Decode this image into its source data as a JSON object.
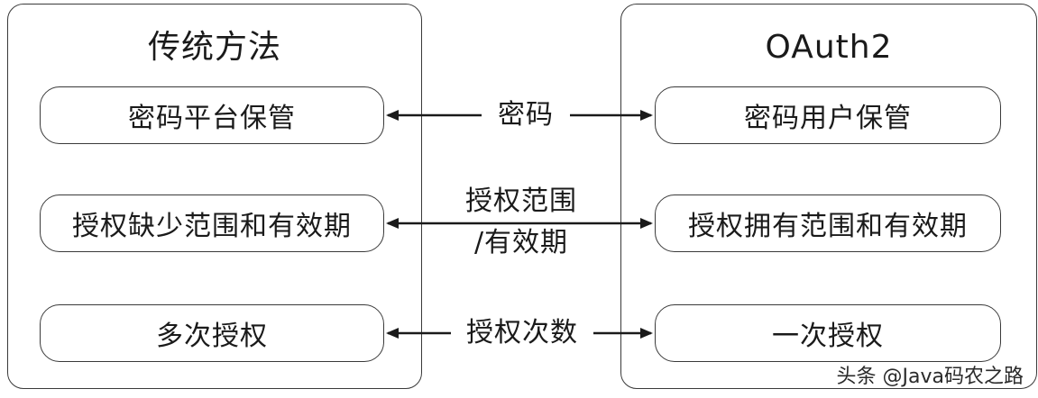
{
  "left_panel": {
    "title": "传统方法",
    "items": [
      "密码平台保管",
      "授权缺少范围和有效期",
      "多次授权"
    ]
  },
  "right_panel": {
    "title": "OAuth2",
    "items": [
      "密码用户保管",
      "授权拥有范围和有效期",
      "一次授权"
    ]
  },
  "arrows": [
    {
      "label_lines": [
        "密码"
      ]
    },
    {
      "label_lines": [
        "授权范围",
        "/有效期"
      ]
    },
    {
      "label_lines": [
        "授权次数"
      ]
    }
  ],
  "watermark": "头条 @Java码农之路"
}
